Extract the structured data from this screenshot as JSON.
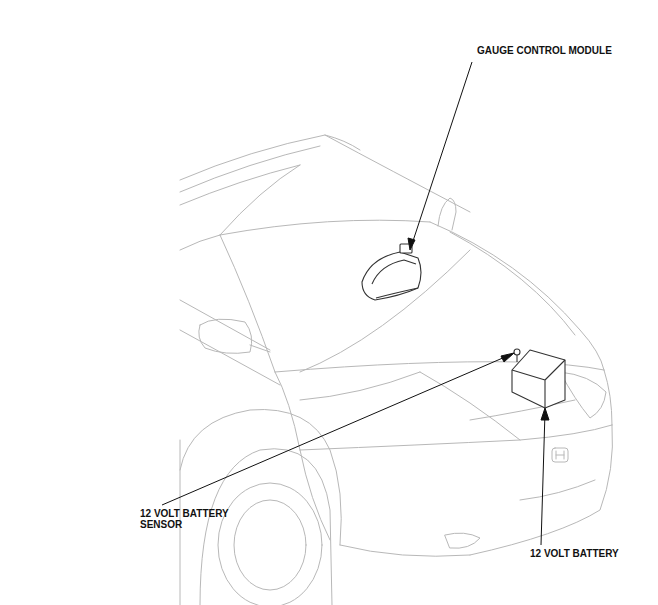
{
  "diagram": {
    "labels": [
      "GAUGE CONTROL MODULE",
      "12 VOLT BATTERY SENSOR",
      "12 VOLT BATTERY"
    ]
  }
}
